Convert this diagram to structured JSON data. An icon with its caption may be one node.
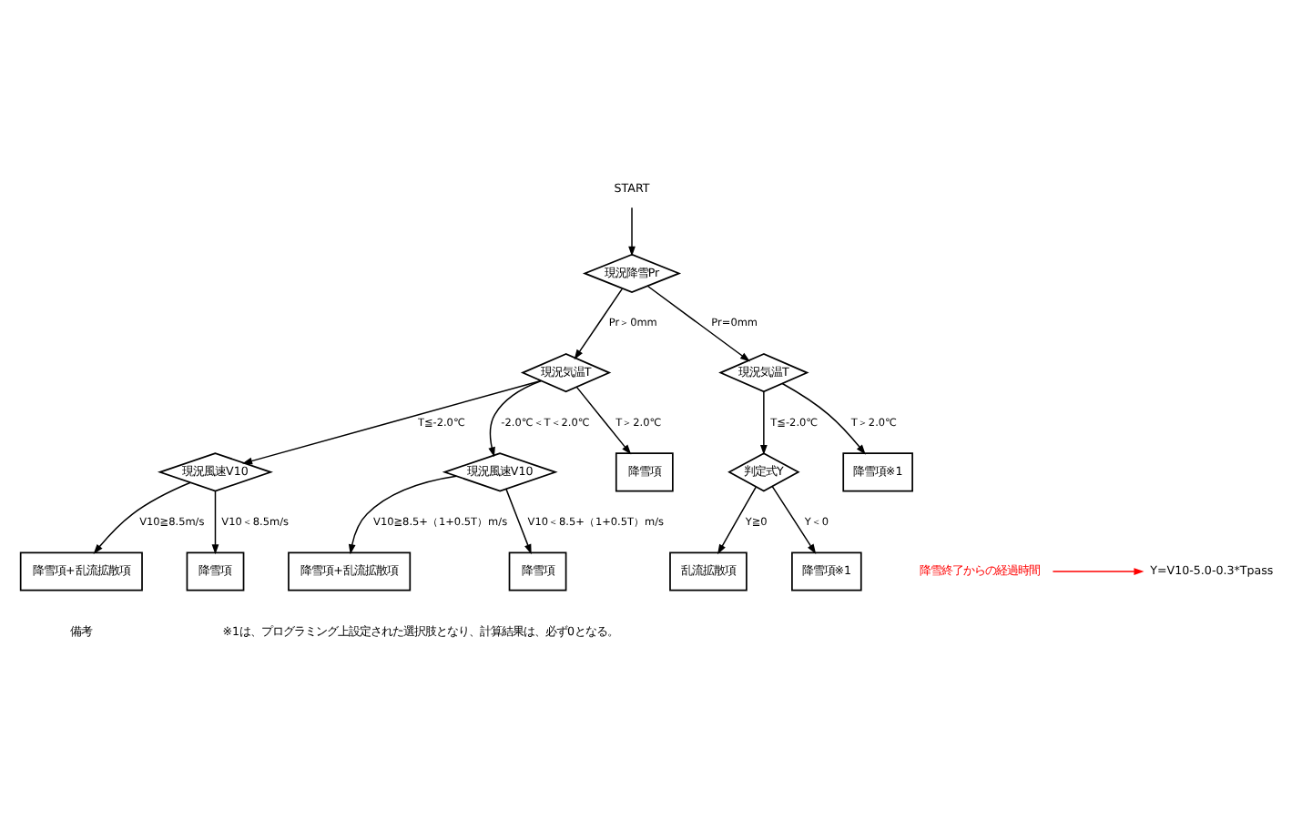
{
  "diagram": {
    "nodes": [
      {
        "text": [
          "START"
        ]
      },
      {
        "text": [
          "現況降雪Pr"
        ]
      },
      {
        "text": [
          "現況気温T"
        ]
      },
      {
        "text": [
          "現況気温T"
        ]
      },
      {
        "text": [
          "現況風速V10"
        ]
      },
      {
        "text": [
          "現況風速V10"
        ]
      },
      {
        "text": [
          "判定式Y"
        ]
      },
      {
        "text": [
          "降雪項+乱流拡散項"
        ]
      },
      {
        "text": [
          "降雪項"
        ]
      },
      {
        "text": [
          "降雪項+乱流拡散項"
        ]
      },
      {
        "text": [
          "降雪項"
        ]
      },
      {
        "text": [
          "降雪項"
        ]
      },
      {
        "text": [
          "乱流拡散項"
        ]
      },
      {
        "text": [
          "降雪項※1"
        ]
      },
      {
        "text": [
          "降雪項※1"
        ]
      },
      {
        "text": [
          "Y=V10-5.0-0.3*Tpass"
        ]
      },
      {
        "text": [
          "降雪終了からの経過時間"
        ]
      }
    ],
    "edges": [
      {
        "from": 0,
        "to": 1,
        "arrow": "to"
      },
      {
        "from": 1,
        "to": 2,
        "arrow": "to",
        "label": "Pr＞0mm"
      },
      {
        "from": 1,
        "to": 3,
        "arrow": "to",
        "label": "Pr=0mm"
      },
      {
        "from": 2,
        "to": 4,
        "arrow": "to",
        "label": "T≦-2.0℃"
      },
      {
        "from": 2,
        "to": 5,
        "arrow": "to",
        "label": "-2.0℃＜T＜2.0℃"
      },
      {
        "from": 2,
        "to": 11,
        "arrow": "to",
        "label": "T＞2.0℃"
      },
      {
        "from": 4,
        "to": 7,
        "arrow": "to",
        "label": "V10≧8.5m/s"
      },
      {
        "from": 4,
        "to": 8,
        "arrow": "to",
        "label": "V10＜8.5m/s"
      },
      {
        "from": 5,
        "to": 9,
        "arrow": "to",
        "label": "V10≧8.5+（1+0.5T）m/s"
      },
      {
        "from": 5,
        "to": 10,
        "arrow": "to",
        "label": "V10＜8.5+（1+0.5T）m/s"
      },
      {
        "from": 3,
        "to": 6,
        "arrow": "to",
        "label": "T≦-2.0℃"
      },
      {
        "from": 3,
        "to": 14,
        "arrow": "to",
        "label": "T＞2.0℃"
      },
      {
        "from": 6,
        "to": 12,
        "arrow": "to",
        "label": "Y≧0"
      },
      {
        "from": 6,
        "to": 13,
        "arrow": "to",
        "label": "Y＜0"
      },
      {
        "from": 16,
        "to": 15,
        "arrow": "to",
        "color": "#ff0000"
      }
    ],
    "labels": [
      "備考",
      "※1は、プログラミング上設定された選択肢となり、計算結果は、必ず0となる。"
    ]
  }
}
